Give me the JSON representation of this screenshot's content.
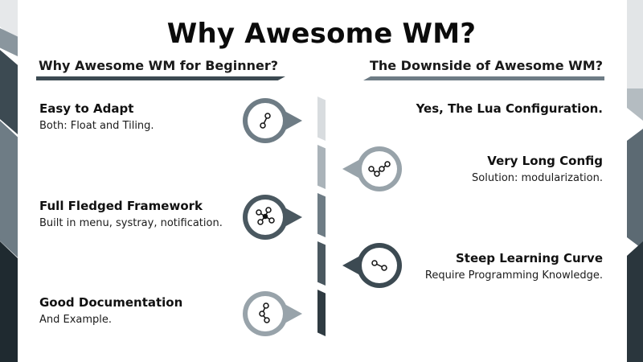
{
  "title": "Why Awesome WM?",
  "left_heading": "Why Awesome WM for Beginner?",
  "right_heading": "The Downside of Awesome WM?",
  "left_items": [
    {
      "heading": "Easy to Adapt",
      "sub": "Both: Float and Tiling.",
      "color": "#6e7c85",
      "icon": "connected-nodes-icon"
    },
    {
      "heading": "Full Fledged Framework",
      "sub": "Built in menu, systray, notification.",
      "color": "#4a5860",
      "icon": "network-nodes-icon"
    },
    {
      "heading": "Good Documentation",
      "sub": "And Example.",
      "color": "#98a3aa",
      "icon": "branch-nodes-icon"
    }
  ],
  "right_items": [
    {
      "heading": "Yes, The Lua Configuration.",
      "sub": ""
    },
    {
      "heading": "Very Long Config",
      "sub": "Solution: modularization.",
      "color": "#98a3aa",
      "icon": "zigzag-nodes-icon"
    },
    {
      "heading": "Steep Learning Curve",
      "sub": "Require Programming Knowledge.",
      "color": "#3c4a52",
      "icon": "two-nodes-icon"
    }
  ]
}
